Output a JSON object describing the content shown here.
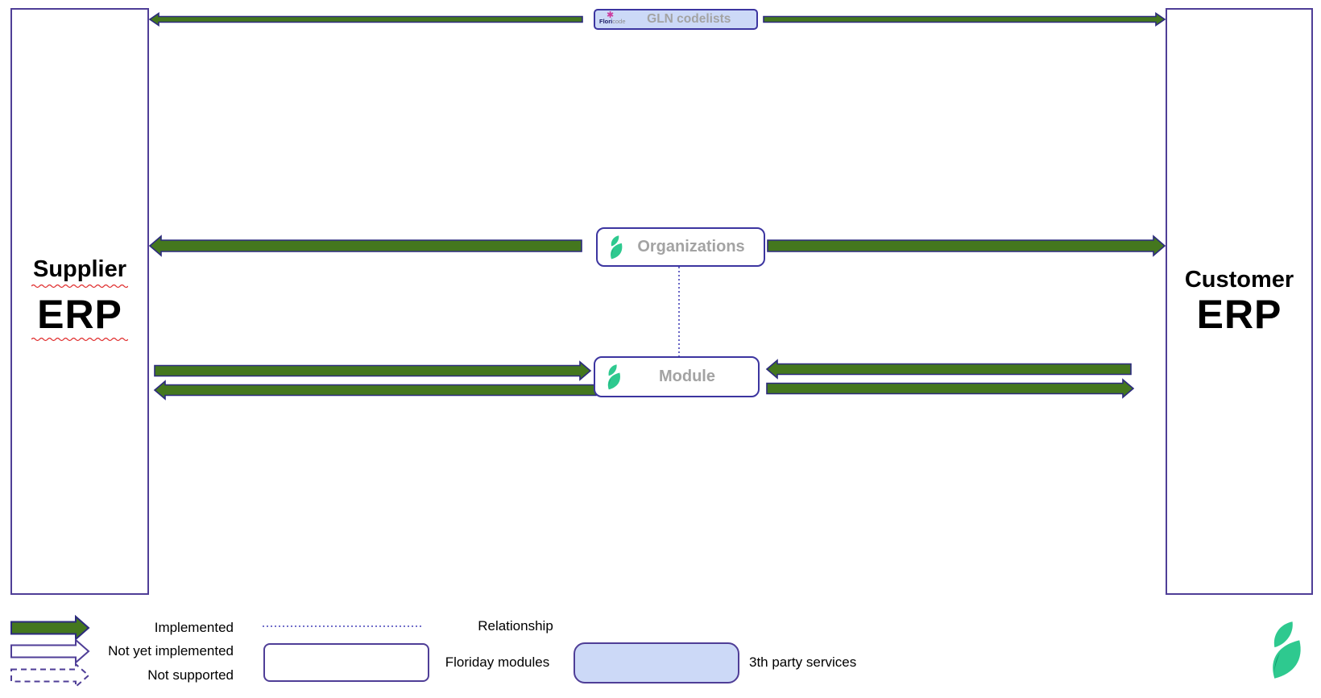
{
  "diagram": {
    "supplier_box": {
      "title": "Supplier",
      "subtitle": "ERP"
    },
    "customer_box": {
      "title": "Customer",
      "subtitle": "ERP"
    },
    "gln_node": {
      "label": "GLN codelists",
      "logo_part1": "Flori",
      "logo_part2": "code",
      "logo_icon": "floricode-flower"
    },
    "organizations_node": {
      "label": "Organizations",
      "logo_icon": "floriday-leaf"
    },
    "module_node": {
      "label": "Module",
      "logo_icon": "floriday-leaf"
    }
  },
  "legend": {
    "implemented_label": "Implemented",
    "not_yet_implemented_label": "Not yet implemented",
    "not_supported_label": "Not supported",
    "relationship_label": "Relationship",
    "floriday_modules_label": "Floriday modules",
    "third_party_label": "3th party services"
  },
  "colors": {
    "arrow_green": "#44771e",
    "arrow_outline": "#2c2a7e",
    "box_border_purple": "#4f3e97",
    "node_border": "#3c35a0",
    "third_party_fill": "#ccd9f7",
    "label_gray": "#a3a3a3",
    "relationship_blue": "#4441b8",
    "floriday_green": "#2ec98f",
    "floriday_dark_green": "#0d9a6c",
    "squiggle_red": "#e03131"
  }
}
